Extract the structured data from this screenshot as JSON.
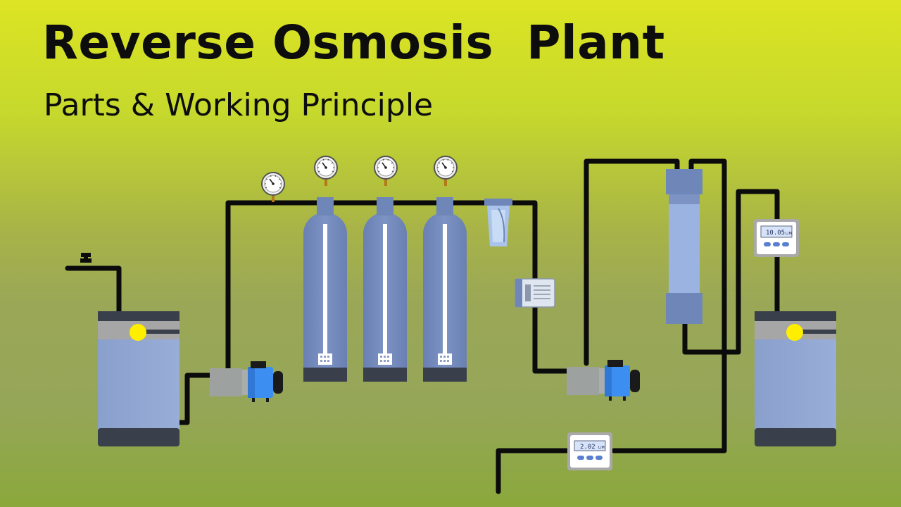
{
  "title": "Reverse Osmosis  Plant",
  "subtitle": "Parts & Working Principle",
  "meters": {
    "product_flow": {
      "value": "10.05",
      "unit": "L/M"
    },
    "reject_flow": {
      "value": "2.02",
      "unit": "L/M"
    }
  },
  "colors": {
    "pipe": "#0b0b0b",
    "vessel": "#6f86b8",
    "tank": "#8fa6d2",
    "pump_motor": "#3c8ef0",
    "indicator": "#ffee00"
  }
}
